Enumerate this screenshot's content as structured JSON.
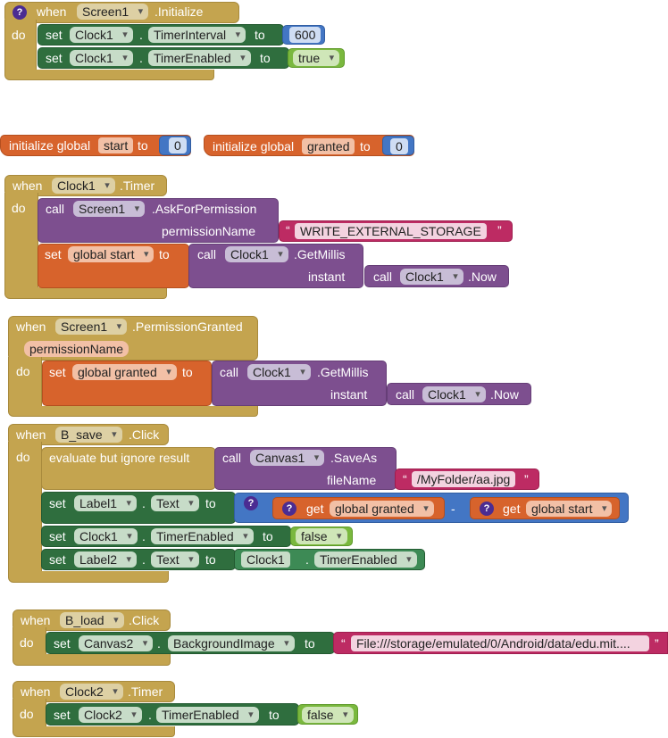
{
  "kw": {
    "when": "when",
    "do": "do",
    "set": "set",
    "to": "to",
    "call": "call",
    "dot": ".",
    "get": "get",
    "minus": "-",
    "initialize_global": "initialize global",
    "evaluate_ignore": "evaluate but ignore result",
    "qmark": "?",
    "open_quote": "“",
    "close_quote": "”"
  },
  "block1": {
    "component": "Screen1",
    "event": ".Initialize",
    "row1": {
      "comp": "Clock1",
      "prop": "TimerInterval",
      "value": "600"
    },
    "row2": {
      "comp": "Clock1",
      "prop": "TimerEnabled",
      "value": "true"
    }
  },
  "globals": {
    "start": {
      "name": "start",
      "value": "0"
    },
    "granted": {
      "name": "granted",
      "value": "0"
    }
  },
  "block2": {
    "component": "Clock1",
    "event": ".Timer",
    "call": {
      "comp": "Screen1",
      "method": ".AskForPermission",
      "param": "permissionName",
      "value": "WRITE_EXTERNAL_STORAGE"
    },
    "set": {
      "var": "global start"
    },
    "millis": {
      "comp": "Clock1",
      "method": ".GetMillis",
      "param": "instant"
    },
    "now": {
      "comp": "Clock1",
      "method": ".Now"
    }
  },
  "block3": {
    "component": "Screen1",
    "event": ".PermissionGranted",
    "param": "permissionName",
    "set": {
      "var": "global granted"
    },
    "millis": {
      "comp": "Clock1",
      "method": ".GetMillis",
      "param": "instant"
    },
    "now": {
      "comp": "Clock1",
      "method": ".Now"
    }
  },
  "block4": {
    "component": "B_save",
    "event": ".Click",
    "call": {
      "comp": "Canvas1",
      "method": ".SaveAs",
      "param": "fileName",
      "value": "/MyFolder/aa.jpg"
    },
    "row2": {
      "comp": "Label1",
      "prop": "Text",
      "get1": "global granted",
      "get2": "global start"
    },
    "row3": {
      "comp": "Clock1",
      "prop": "TimerEnabled",
      "value": "false"
    },
    "row4": {
      "comp": "Label2",
      "prop": "Text",
      "comp2": "Clock1",
      "prop2": "TimerEnabled"
    }
  },
  "block5": {
    "component": "B_load",
    "event": ".Click",
    "row1": {
      "comp": "Canvas2",
      "prop": "BackgroundImage",
      "value": "File:///storage/emulated/0/Android/data/edu.mit...."
    }
  },
  "block6": {
    "component": "Clock2",
    "event": ".Timer",
    "row1": {
      "comp": "Clock2",
      "prop": "TimerEnabled",
      "value": "false"
    }
  },
  "colors": {
    "event": "#c4a44f",
    "set": "#2f6e3e",
    "call": "#7d4f8f",
    "variable": "#d7632c",
    "math": "#4376c4",
    "logic": "#7ab83e",
    "text": "#bd2b63",
    "help": "#4b2c92"
  }
}
